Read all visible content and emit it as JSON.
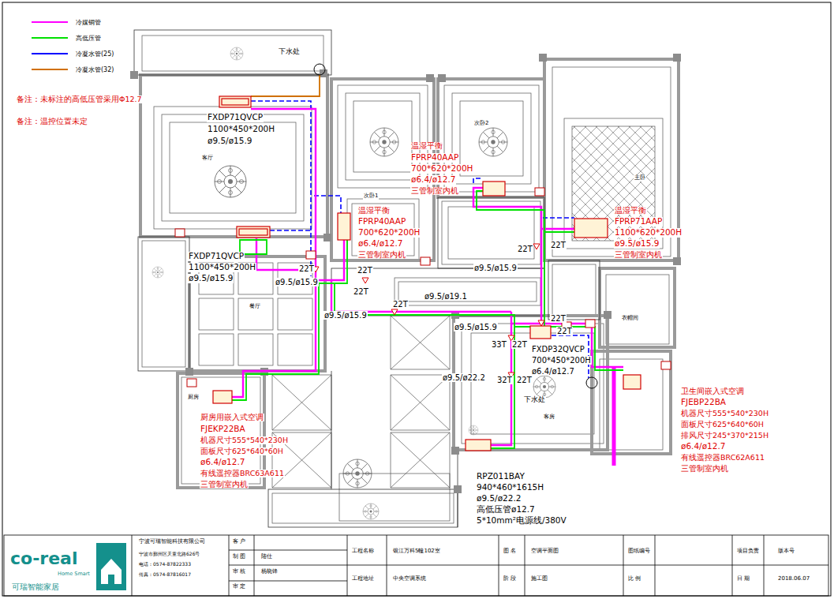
{
  "diagram": {
    "labels": [
      "下水处",
      "备注：未标注的高低压管采用Φ12.7",
      "备注：温控位置未定",
      "FXDP71QVCP",
      "1100*450*200H",
      "ø9.5/ø15.9",
      "客厅",
      "温湿平衡",
      "FPRP40AAP",
      "700*620*200H",
      "ø6.4/ø12.7",
      "三管制室内机",
      "次卧2",
      "次卧1",
      "温湿平衡",
      "FPRP40AAP",
      "700*620*200H",
      "ø6.4/ø12.7",
      "三管制室内机",
      "主卧",
      "温湿平衡",
      "FPRP71AAP",
      "1100*620*200H",
      "ø9.5/ø15.9",
      "三管制室内机",
      "FXDP71QVCP",
      "1100*450*200H",
      "ø9.5/ø15.9",
      "22T",
      "ø9.5/ø15.9",
      "22T",
      "22T",
      "ø9.5/ø19.1",
      "22T",
      "ø9.5/ø15.9",
      "22T",
      "22T",
      "ø9.5/ø15.9",
      "衣帽间",
      "餐厅",
      "22T",
      "ø9.5/ø15.9",
      "22T",
      "33T",
      "22T",
      "FXDP32QVCP",
      "700*450*200H",
      "ø6.4/ø12.7",
      "ø9.5/ø22.2",
      "32T",
      "22T",
      "卫生间嵌入式空调",
      "FJEBP22BA",
      "机器尺寸555*540*230H",
      "面板尺寸625*640*60H",
      "排风尺寸245*370*215H",
      "ø6.4/ø12.7",
      "有线遥控器BRC62A611",
      "三管制室内机",
      "厨房",
      "下水处",
      "客房",
      "厨房用嵌入式空调",
      "FJEKP22BA",
      "机器尺寸555*540*230H",
      "面板尺寸625*640*60H",
      "ø6.4/ø12.7",
      "有线遥控器BRC63A611",
      "三管制室内机",
      "RPZ011BAY",
      "940*460*1615H",
      "ø9.5/ø22.2",
      "高低压管ø12.7",
      "5*10mm²电源线/380V",
      "co-real",
      "Home Smart",
      "可瑞智能家居",
      "宁波可瑞智能科技有限公司",
      "宁波市鄞州区天童北路626号",
      "电话：0574-87822333",
      "传真：0574-87816017",
      "客 户",
      "制 图",
      "陆仕",
      "审 核",
      "杨晓锋",
      "审 定",
      "工程名称",
      "银江万科5幢102室",
      "工程地址",
      "中央空调系统",
      "图 名",
      "空调平面图",
      "阶 段",
      "施工图",
      "图纸编号",
      "比 例",
      "项目负责",
      "日 期",
      "版本号",
      "2018.06.07"
    ],
    "legend": [
      {
        "text": "冷媒铜管",
        "color": "#ff00ff"
      },
      {
        "text": "高低压管",
        "color": "#00e000"
      },
      {
        "text": "冷凝水管(25)",
        "color": "#0000ff"
      },
      {
        "text": "冷凝水管(32)",
        "color": "#d07000"
      }
    ]
  }
}
